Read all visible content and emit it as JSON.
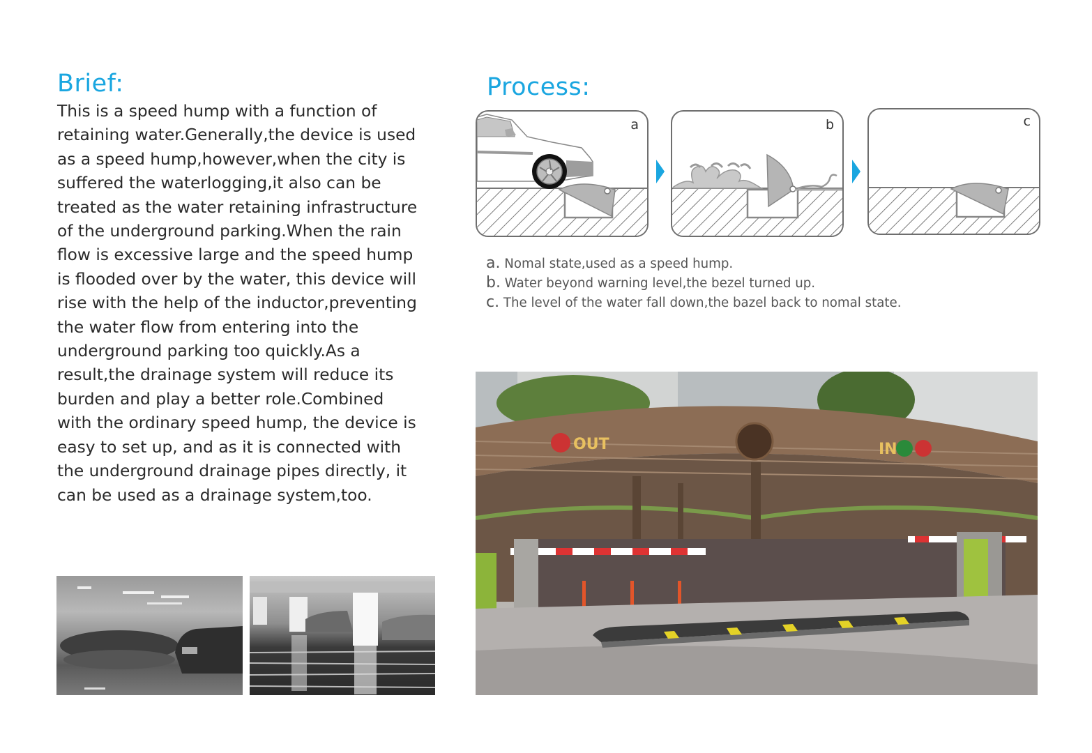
{
  "brief": {
    "heading": "Brief:",
    "lines": [
      "This is a speed hump with a function of",
      "retaining water.Generally,the device is used",
      "as a speed hump,however,when the city is",
      "suffered the waterlogging,it also can be",
      "treated as the water retaining infrastructure",
      "of the underground parking.When the rain",
      "flow is excessive large and the speed hump",
      "is flooded over by the water, this device will",
      "rise with the help of the inductor,preventing",
      "the water flow from entering into the",
      "underground parking too quickly.As a",
      "result,the drainage system will reduce its",
      "burden and play a better role.Combined",
      "with the ordinary speed hump, the device is",
      "easy to set up, and as it is connected with",
      "the underground drainage pipes directly, it",
      "can be used as a drainage system,too."
    ]
  },
  "process": {
    "heading": "Process:",
    "panels": [
      {
        "label": "a",
        "scene": "car-on-speed-hump"
      },
      {
        "label": "b",
        "scene": "water-waves-bezel-raised"
      },
      {
        "label": "c",
        "scene": "bezel-back-to-normal"
      }
    ],
    "arrow_icon": "blue-triangle-right-icon",
    "captions": [
      {
        "letter": "a.",
        "text": " Nomal state,used as a speed hump."
      },
      {
        "letter": "b.",
        "text": " Water beyond warning level,the bezel turned up."
      },
      {
        "letter": "c.",
        "text": " The level of the water fall down,the bazel back to nomal state."
      }
    ]
  },
  "photos": {
    "flooded_garage_1": "flooded underground garage with cars (grayscale)",
    "flooded_garage_2": "flooded parking with pillars and submerged cars (grayscale)",
    "entrance": {
      "sign_out": "OUT",
      "sign_in": "IN"
    }
  },
  "colors": {
    "accent": "#1aa6e0",
    "body_text": "#2a2a2a",
    "caption_text": "#555555",
    "diagram_stroke": "#6e6e6e",
    "diagram_fill": "#b5b5b5"
  }
}
